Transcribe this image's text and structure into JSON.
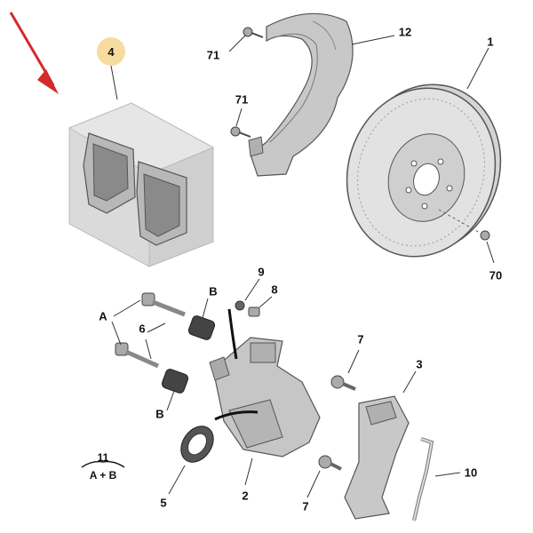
{
  "colors": {
    "arrow": "#d42a2a",
    "badge_fill": "#f7dca0",
    "part_fill": "#cfcfcf",
    "part_stroke": "#555555",
    "box_fill": "#d9d9d9"
  },
  "highlight": {
    "label": "4",
    "icon": "arrow-down-right"
  },
  "callouts": [
    {
      "id": "12",
      "text": "12"
    },
    {
      "id": "1",
      "text": "1"
    },
    {
      "id": "71a",
      "text": "71"
    },
    {
      "id": "71b",
      "text": "71"
    },
    {
      "id": "70",
      "text": "70"
    },
    {
      "id": "9",
      "text": "9"
    },
    {
      "id": "8",
      "text": "8"
    },
    {
      "id": "Ba",
      "text": "B"
    },
    {
      "id": "A",
      "text": "A"
    },
    {
      "id": "6",
      "text": "6"
    },
    {
      "id": "Bb",
      "text": "B"
    },
    {
      "id": "7a",
      "text": "7"
    },
    {
      "id": "3",
      "text": "3"
    },
    {
      "id": "5",
      "text": "5"
    },
    {
      "id": "2",
      "text": "2"
    },
    {
      "id": "7b",
      "text": "7"
    },
    {
      "id": "10",
      "text": "10"
    }
  ],
  "legend": {
    "number": "11",
    "formula": "A + B"
  }
}
